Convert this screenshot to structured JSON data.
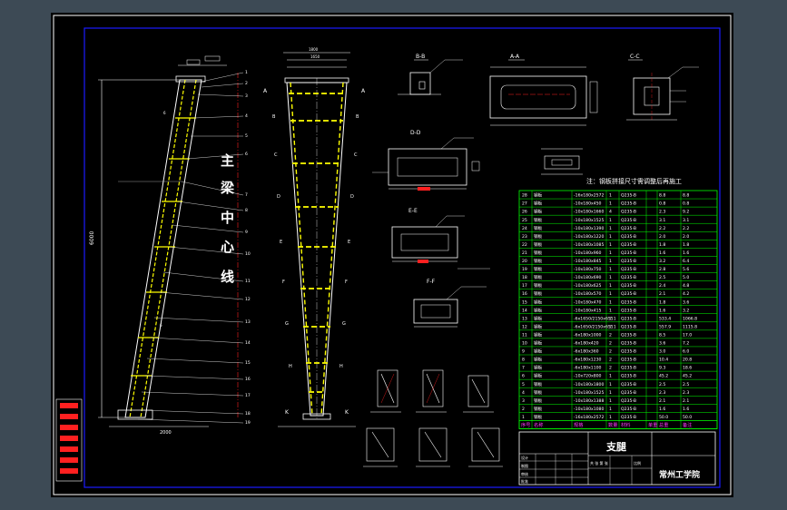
{
  "colors": {
    "background": "#3d4a55",
    "canvas": "#000000",
    "frame": "#ffffff",
    "border_blue": "#1a1aff",
    "outline": "#ffffff",
    "member": "#ffff00",
    "dim": "#00e5ff",
    "label": "#ffffff",
    "table_grid": "#00ff00",
    "table_header": "#ff3bff",
    "center_line": "#ff2020",
    "leader": "#ff2020"
  },
  "sections": {
    "aa": "A-A",
    "bb": "B-B",
    "dd": "D-D",
    "cc": "C-C",
    "ee": "E-E",
    "ff": "F-F"
  },
  "vertical_label": [
    "主",
    "梁",
    "中",
    "心",
    "线"
  ],
  "station_letters": [
    "A",
    "B",
    "C",
    "D",
    "E",
    "F",
    "G",
    "H",
    "K"
  ],
  "note_title": "注：钢板拼接尺寸需调整后再施工",
  "table_columns": [
    "序号",
    "名称",
    "规格",
    "数量",
    "材料",
    "单重",
    "总重",
    "备注"
  ],
  "table_rows": [
    [
      "28",
      "钢板",
      "-16x180x2572",
      "1",
      "Q235-B",
      "8.8",
      "8.8"
    ],
    [
      "27",
      "钢板",
      "-10x180x450",
      "1",
      "Q235-B",
      "0.8",
      "0.8"
    ],
    [
      "26",
      "钢板",
      "-10x180x1660",
      "4",
      "Q235-B",
      "2.3",
      "9.2"
    ],
    [
      "25",
      "钢板",
      "-10x180x1525",
      "1",
      "Q235-B",
      "3.1",
      "3.1"
    ],
    [
      "24",
      "钢板",
      "-10x180x1390",
      "1",
      "Q235-B",
      "2.2",
      "2.2"
    ],
    [
      "23",
      "钢板",
      "-10x180x1220",
      "1",
      "Q235-B",
      "2.0",
      "2.0"
    ],
    [
      "22",
      "钢板",
      "-10x180x1085",
      "1",
      "Q235-B",
      "1.8",
      "1.8"
    ],
    [
      "21",
      "钢板",
      "-10x180x960",
      "1",
      "Q235-B",
      "1.6",
      "1.6"
    ],
    [
      "20",
      "钢板",
      "-10x180x845",
      "1",
      "Q235-B",
      "3.2",
      "6.4"
    ],
    [
      "19",
      "钢板",
      "-10x180x750",
      "1",
      "Q235-B",
      "2.8",
      "5.6"
    ],
    [
      "18",
      "钢板",
      "-10x180x690",
      "1",
      "Q235-B",
      "2.5",
      "5.0"
    ],
    [
      "17",
      "钢板",
      "-10x180x625",
      "1",
      "Q235-B",
      "2.4",
      "4.8"
    ],
    [
      "16",
      "钢板",
      "-10x180x570",
      "1",
      "Q235-B",
      "2.1",
      "4.2"
    ],
    [
      "15",
      "钢板",
      "-10x180x470",
      "1",
      "Q235-B",
      "1.8",
      "3.6"
    ],
    [
      "14",
      "钢板",
      "-10x180x415",
      "1",
      "Q235-B",
      "1.6",
      "3.2"
    ],
    [
      "13",
      "钢板",
      "-6x1650/2150x6511",
      "2",
      "Q235-B",
      "533.4",
      "1066.8"
    ],
    [
      "12",
      "钢板",
      "-6x1650/2150x6511",
      "2",
      "Q235-B",
      "557.9",
      "1115.8"
    ],
    [
      "11",
      "钢板",
      "-6x180x1000",
      "2",
      "Q235-B",
      "8.5",
      "17.0"
    ],
    [
      "10",
      "钢板",
      "-6x180x420",
      "2",
      "Q235-B",
      "3.6",
      "7.2"
    ],
    [
      "9",
      "钢板",
      "-6x180x360",
      "2",
      "Q235-B",
      "3.0",
      "6.0"
    ],
    [
      "8",
      "钢板",
      "-6x180x1230",
      "2",
      "Q235-B",
      "10.4",
      "20.8"
    ],
    [
      "7",
      "钢板",
      "-6x180x1100",
      "2",
      "Q235-B",
      "9.3",
      "18.6"
    ],
    [
      "6",
      "钢板",
      "-10x720x800",
      "1",
      "Q235-B",
      "45.2",
      "45.2"
    ],
    [
      "5",
      "钢板",
      "-10x180x1800",
      "1",
      "Q235-B",
      "2.5",
      "2.5"
    ],
    [
      "4",
      "钢板",
      "-10x180x1525",
      "1",
      "Q235-B",
      "2.3",
      "2.3"
    ],
    [
      "3",
      "钢板",
      "-10x180x1388",
      "1",
      "Q235-B",
      "2.1",
      "2.1"
    ],
    [
      "2",
      "钢板",
      "-10x180x1080",
      "1",
      "Q235-B",
      "1.6",
      "1.6"
    ],
    [
      "1",
      "钢板",
      "-16x180x2572",
      "1",
      "Q235-B",
      "50.0",
      "50.0"
    ]
  ],
  "title_block": {
    "drawing_name": "支腿",
    "school": "常州工学院",
    "scale_label": "比例",
    "sheet_label": "共 张 第 张",
    "left_labels": [
      "设计",
      "制图",
      "审核",
      "批准"
    ]
  }
}
